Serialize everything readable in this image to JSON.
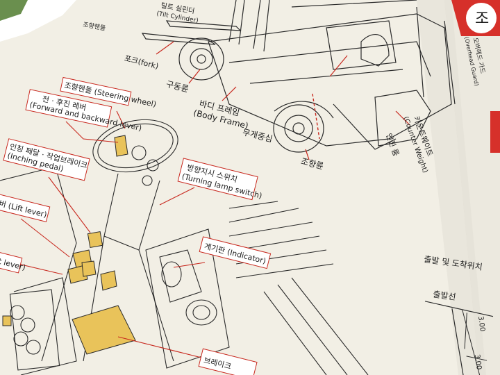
{
  "forklift_labels": {
    "tilt_cylinder": "(Tilt Cylinder)",
    "tilt_cylinder_kr": "틸트 실린더",
    "fork": "포크(fork)",
    "drive_wheel": "구동륜",
    "steering_wheel_top": "조향핸들",
    "body_frame_kr": "바디 프레임",
    "body_frame_en": "(Body Frame)",
    "center_of_gravity": "무게중심",
    "steer_wheel": "조향륜",
    "counterweight_kr": "카운트웨이트",
    "counterweight_en": "(Counter Weight)",
    "engine_hood": "엔진 룸",
    "overhead_guard_kr": "오버헤드 가드",
    "overhead_guard_en": "(Overhead Guard)",
    "corner_heading": "조"
  },
  "cab_labels": {
    "steering_wheel": "조향핸들 (Steering wheel)",
    "fwd_back_lever_kr": "전 · 후진 레버",
    "fwd_back_lever_en": "(Forward and backward lever)",
    "inching_pedal_kr": "인칭 페달 · 작업브레이크",
    "inching_pedal_en": "(Inching pedal)",
    "turn_switch_kr": "방향지시 스위치",
    "turn_switch_en": "(Turning lamp switch)",
    "indicator": "계기판 (Indicator)",
    "lift_lever": "리프트 레버 (Lift lever)",
    "tilt_lever": "틸트 레버 (Tilt lever)",
    "brake": "브레이크"
  },
  "right_page": {
    "heading": "출발 및 도착위치",
    "start_line": "출발선",
    "dim1": "3.00",
    "dim2": "3.00"
  },
  "colors": {
    "paper": "#f1eee4",
    "accent_red": "#c8281e",
    "control_yellow": "#e9c35a"
  }
}
